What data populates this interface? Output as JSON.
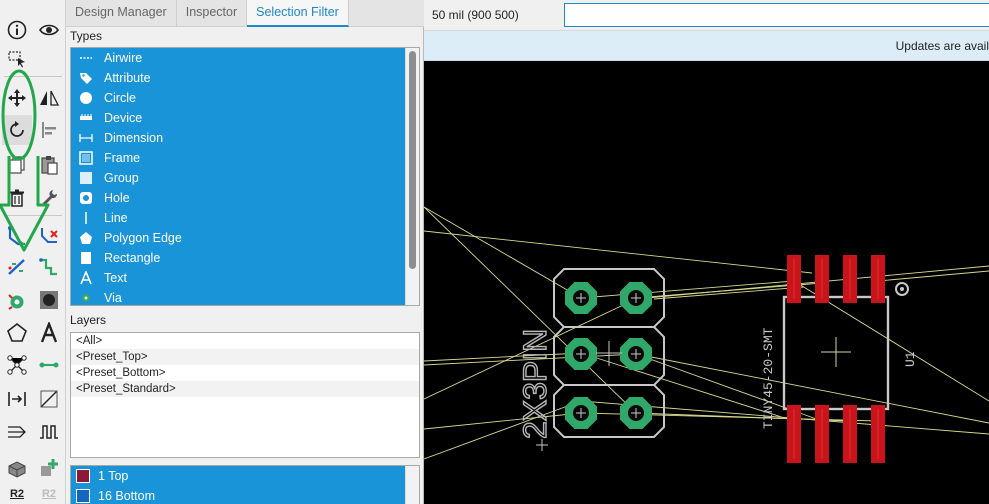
{
  "tabs": [
    {
      "label": "Design Manager"
    },
    {
      "label": "Inspector"
    },
    {
      "label": "Selection Filter"
    }
  ],
  "types": {
    "label": "Types",
    "items": [
      {
        "label": "Airwire",
        "icon": "airwire-icon"
      },
      {
        "label": "Attribute",
        "icon": "tag-icon"
      },
      {
        "label": "Circle",
        "icon": "circle-icon"
      },
      {
        "label": "Device",
        "icon": "device-icon"
      },
      {
        "label": "Dimension",
        "icon": "dimension-icon"
      },
      {
        "label": "Frame",
        "icon": "frame-icon"
      },
      {
        "label": "Group",
        "icon": "group-icon"
      },
      {
        "label": "Hole",
        "icon": "hole-icon"
      },
      {
        "label": "Line",
        "icon": "line-icon"
      },
      {
        "label": "Polygon Edge",
        "icon": "polygon-icon"
      },
      {
        "label": "Rectangle",
        "icon": "rectangle-icon"
      },
      {
        "label": "Text",
        "icon": "text-icon"
      },
      {
        "label": "Via",
        "icon": "via-icon"
      }
    ]
  },
  "layers": {
    "label": "Layers",
    "presets": [
      "<All>",
      "<Preset_Top>",
      "<Preset_Bottom>",
      "<Preset_Standard>"
    ],
    "selected": [
      {
        "label": "1 Top",
        "color": "#8b1a3a"
      },
      {
        "label": "16 Bottom",
        "color": "#1565c0"
      }
    ]
  },
  "topbar": {
    "coordinate": "50 mil (900 500)",
    "command_value": ""
  },
  "infobar": {
    "message": "Updates are avail"
  },
  "toolbar": {
    "r2_label": "R2",
    "r2_dim_label": "R2"
  },
  "board": {
    "header_label": "2X3PIN",
    "chip_label": "TINY45-20-SMT",
    "chip_ref": "U1"
  },
  "colors": {
    "selection": "#1a94d8",
    "tab_active": "#1f88c8",
    "pad_green": "#2fa86a",
    "smd_red": "#c8141a",
    "airwire": "#d8d890",
    "outline": "#c8c8c8",
    "annotation_green": "#22a84a"
  }
}
